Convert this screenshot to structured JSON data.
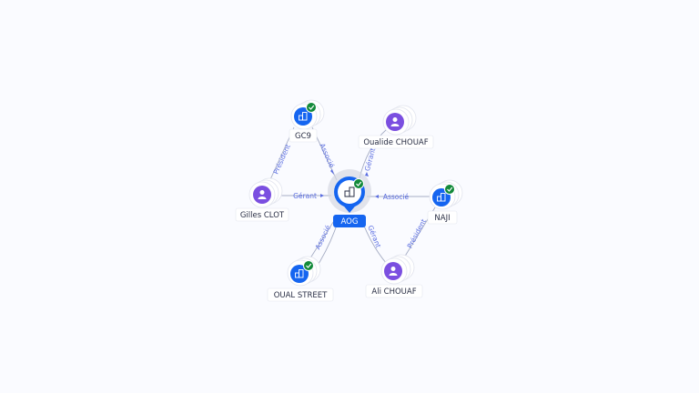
{
  "colors": {
    "company": "#1565f0",
    "person": "#7b4fe0",
    "verified": "#138a3a",
    "edge_label": "#5b6ee1"
  },
  "center": {
    "label": "AOG",
    "kind": "company",
    "verified": true
  },
  "nodes": [
    {
      "label": "GC9",
      "kind": "company",
      "verified": true
    },
    {
      "label": "Oualide CHOUAF",
      "kind": "person",
      "verified": false
    },
    {
      "label": "Gilles CLOT",
      "kind": "person",
      "verified": false
    },
    {
      "label": "NAJI",
      "kind": "company",
      "verified": true
    },
    {
      "label": "OUAL STREET",
      "kind": "company",
      "verified": true
    },
    {
      "label": "Ali CHOUAF",
      "kind": "person",
      "verified": false
    }
  ],
  "edges": [
    {
      "label": "Président"
    },
    {
      "label": "Associé"
    },
    {
      "label": "Gérant"
    },
    {
      "label": "Gérant"
    },
    {
      "label": "Associé"
    },
    {
      "label": "Président"
    },
    {
      "label": "Associé"
    },
    {
      "label": "Gérant"
    }
  ]
}
